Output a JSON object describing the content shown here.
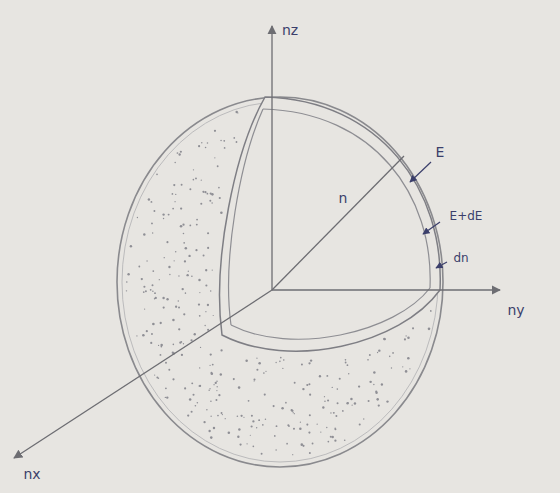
{
  "diagram": {
    "labels": [
      "nz",
      "n",
      "E",
      "E+dE",
      "dn",
      "ny",
      "nx"
    ]
  }
}
